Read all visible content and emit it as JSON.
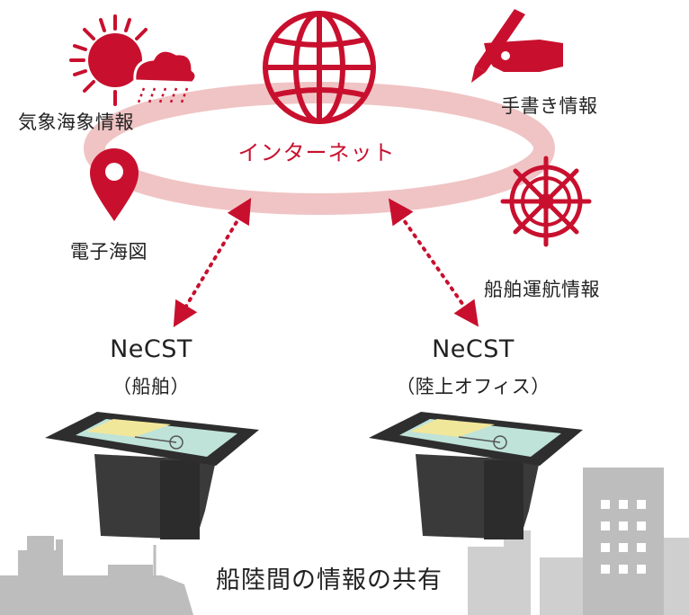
{
  "internet": {
    "label": "インターネット",
    "icon": "globe-icon"
  },
  "sources": {
    "weather": {
      "label": "気象海象情報",
      "icon": "sun-cloud-rain-icon"
    },
    "handwritten": {
      "label": "手書き情報",
      "icon": "hand-pen-icon"
    },
    "chart": {
      "label": "電子海図",
      "icon": "map-pin-icon"
    },
    "navigation": {
      "label": "船舶運航情報",
      "icon": "ship-wheel-icon"
    }
  },
  "terminals": {
    "ship": {
      "name": "NeCST",
      "location": "（船舶）"
    },
    "office": {
      "name": "NeCST",
      "location": "（陸上オフィス）"
    }
  },
  "caption": "船陸間の情報の共有",
  "colors": {
    "accent": "#c8102e",
    "ring": "#f0c4c4",
    "device": "#3a3a3a",
    "silhouette": "#bdbdbd"
  }
}
